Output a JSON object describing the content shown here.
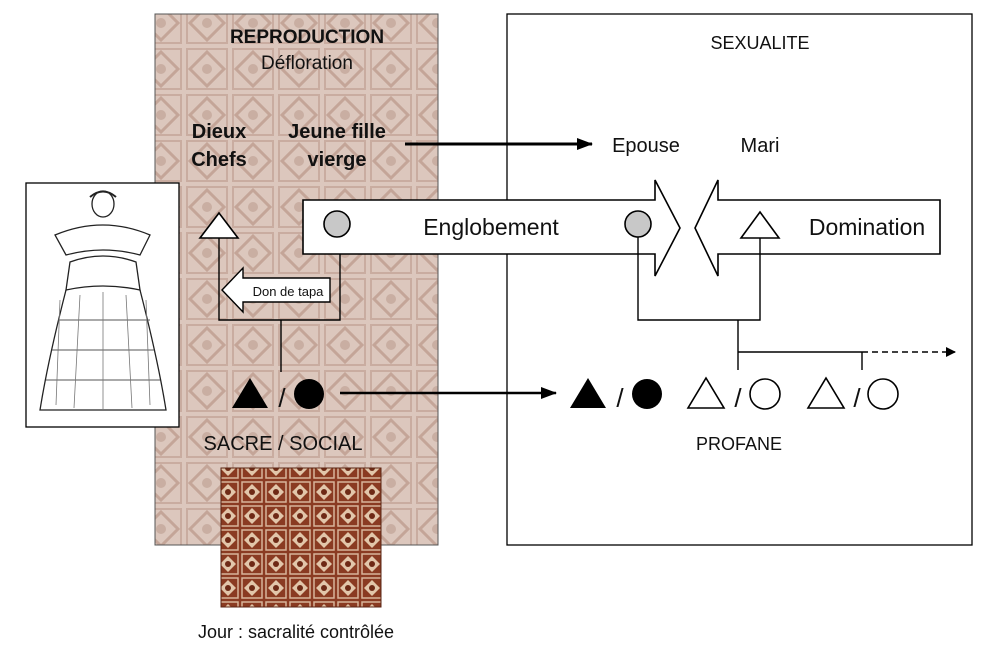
{
  "left_panel": {
    "title": "REPRODUCTION",
    "subtitle": "Défloration",
    "gods_line1": "Dieux",
    "gods_line2": "Chefs",
    "girl_line1": "Jeune fille",
    "girl_line2": "vierge",
    "gift_label": "Don de tapa",
    "status_label": "SACRE / SOCIAL"
  },
  "right_panel": {
    "title": "SEXUALITE",
    "wife": "Epouse",
    "husband": "Mari",
    "profane": "PROFANE"
  },
  "arrows": {
    "englobement": "Englobement",
    "domination": "Domination"
  },
  "symbols": {
    "separator": "/"
  },
  "caption": "Jour : sacralité contrôlée",
  "colors": {
    "tapa_background": "#d9c2b8",
    "tapa_cloth": "#8a3b22",
    "grey_circle": "#c8c8c8",
    "line": "#000000"
  }
}
